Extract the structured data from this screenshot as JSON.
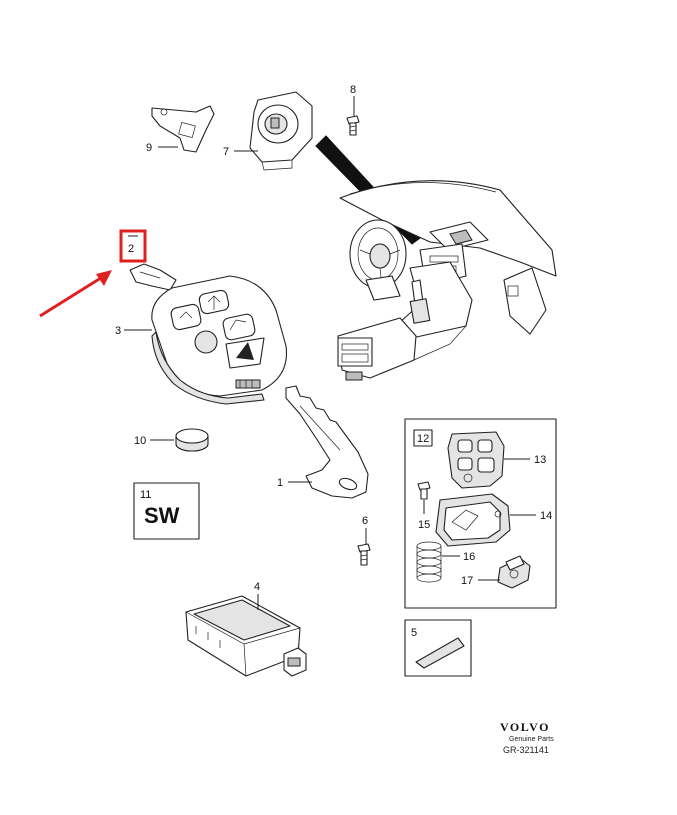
{
  "callouts": {
    "c1": "1",
    "c2": "2",
    "c3": "3",
    "c4": "4",
    "c5": "5",
    "c6": "6",
    "c7": "7",
    "c8": "8",
    "c9": "9",
    "c10": "10",
    "c11": "11",
    "c12": "12",
    "c13": "13",
    "c14": "14",
    "c15": "15",
    "c16": "16",
    "c17": "17"
  },
  "sw_box": {
    "text": "SW"
  },
  "footer": {
    "brand": "VOLVO",
    "tagline": "Genuine Parts",
    "code": "GR-321141"
  },
  "highlight": {
    "color": "#e02020"
  }
}
